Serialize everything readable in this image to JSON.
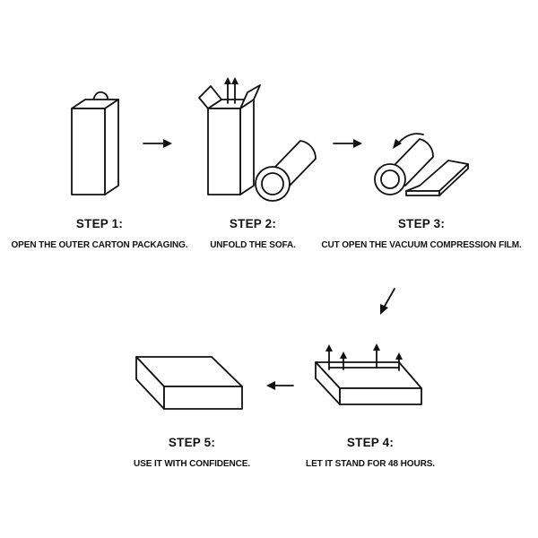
{
  "steps": [
    {
      "title": "STEP 1:",
      "text": "OPEN THE OUTER CARTON PACKAGING.",
      "icon": "carton-box-icon"
    },
    {
      "title": "STEP 2:",
      "text": "UNFOLD THE SOFA.",
      "icon": "open-box-roll-icon"
    },
    {
      "title": "STEP 3:",
      "text": "CUT OPEN THE VACUUM COMPRESSION FILM.",
      "icon": "unrolling-film-icon"
    },
    {
      "title": "STEP 4:",
      "text": "LET IT STAND FOR 48 HOURS.",
      "icon": "expanding-cushion-icon"
    },
    {
      "title": "STEP 5:",
      "text": "USE IT WITH CONFIDENCE.",
      "icon": "flat-cushion-icon"
    }
  ]
}
